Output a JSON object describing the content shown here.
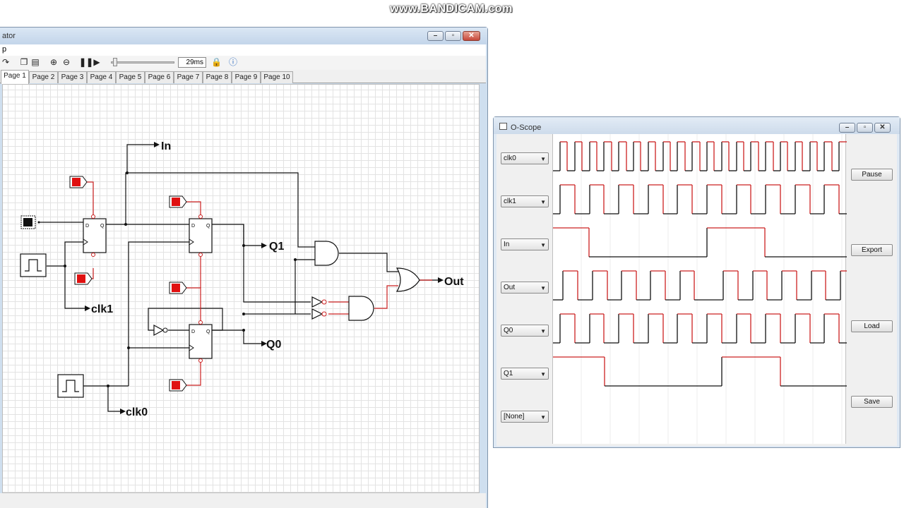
{
  "watermark": "www.BANDICAM.com",
  "main_window": {
    "title": "ator",
    "menu": "p",
    "toolbar": {
      "speed": "29ms"
    },
    "tabs": [
      "Page 1",
      "Page 2",
      "Page 3",
      "Page 4",
      "Page 5",
      "Page 6",
      "Page 7",
      "Page 8",
      "Page 9",
      "Page 10"
    ],
    "active_tab": "Page 1",
    "circuit_labels": {
      "in": "In",
      "q1": "Q1",
      "q0": "Q0",
      "out": "Out",
      "clk1": "clk1",
      "clk0": "clk0"
    },
    "flipflop_pins": {
      "d": "D",
      "q": "Q"
    }
  },
  "scope_window": {
    "title": "O-Scope",
    "channels": [
      "clk0",
      "clk1",
      "In",
      "Out",
      "Q0",
      "Q1",
      "[None]"
    ],
    "buttons": {
      "pause": "Pause",
      "export": "Export",
      "load": "Load",
      "save": "Save"
    }
  },
  "colors": {
    "signal_high": "#cc2020",
    "signal_low": "#111111",
    "input_red": "#e01010"
  }
}
